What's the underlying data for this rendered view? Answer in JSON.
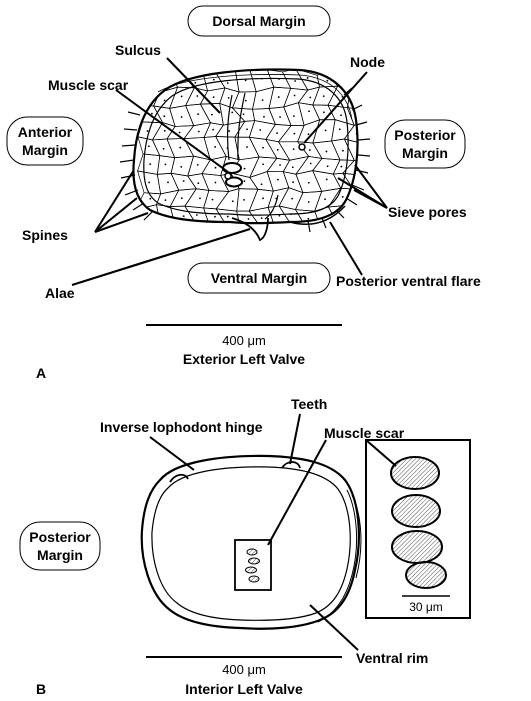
{
  "panel_a": {
    "panel_letter": "A",
    "caption": "Exterior Left Valve",
    "scale_label": "400 μm",
    "margins": {
      "dorsal": "Dorsal Margin",
      "ventral": "Ventral Margin",
      "anterior_line1": "Anterior",
      "anterior_line2": "Margin",
      "posterior_line1": "Posterior",
      "posterior_line2": "Margin"
    },
    "labels": {
      "sulcus": "Sulcus",
      "muscle_scar": "Muscle scar",
      "node": "Node",
      "sieve_pores": "Sieve pores",
      "spines": "Spines",
      "alae": "Alae",
      "posterior_ventral_flare": "Posterior ventral flare"
    }
  },
  "panel_b": {
    "panel_letter": "B",
    "caption": "Interior Left Valve",
    "scale_label": "400 μm",
    "inset_scale_label": "30 μm",
    "margins": {
      "posterior_line1": "Posterior",
      "posterior_line2": "Margin"
    },
    "labels": {
      "inverse_lophodont_hinge": "Inverse lophodont hinge",
      "teeth": "Teeth",
      "muscle_scar": "Muscle scar",
      "ventral_rim": "Ventral rim"
    }
  }
}
